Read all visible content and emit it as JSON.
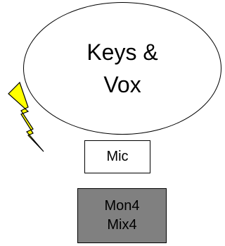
{
  "ellipse": {
    "line1": "Keys &",
    "line2": "Vox"
  },
  "mic": {
    "label": "Mic"
  },
  "monitor": {
    "line1": "Mon4",
    "line2": "Mix4",
    "fill_color": "#808080"
  },
  "lightning": {
    "icon": "lightning-bolt-icon",
    "fill_color": "#ffff00",
    "stroke_color": "#000000"
  }
}
